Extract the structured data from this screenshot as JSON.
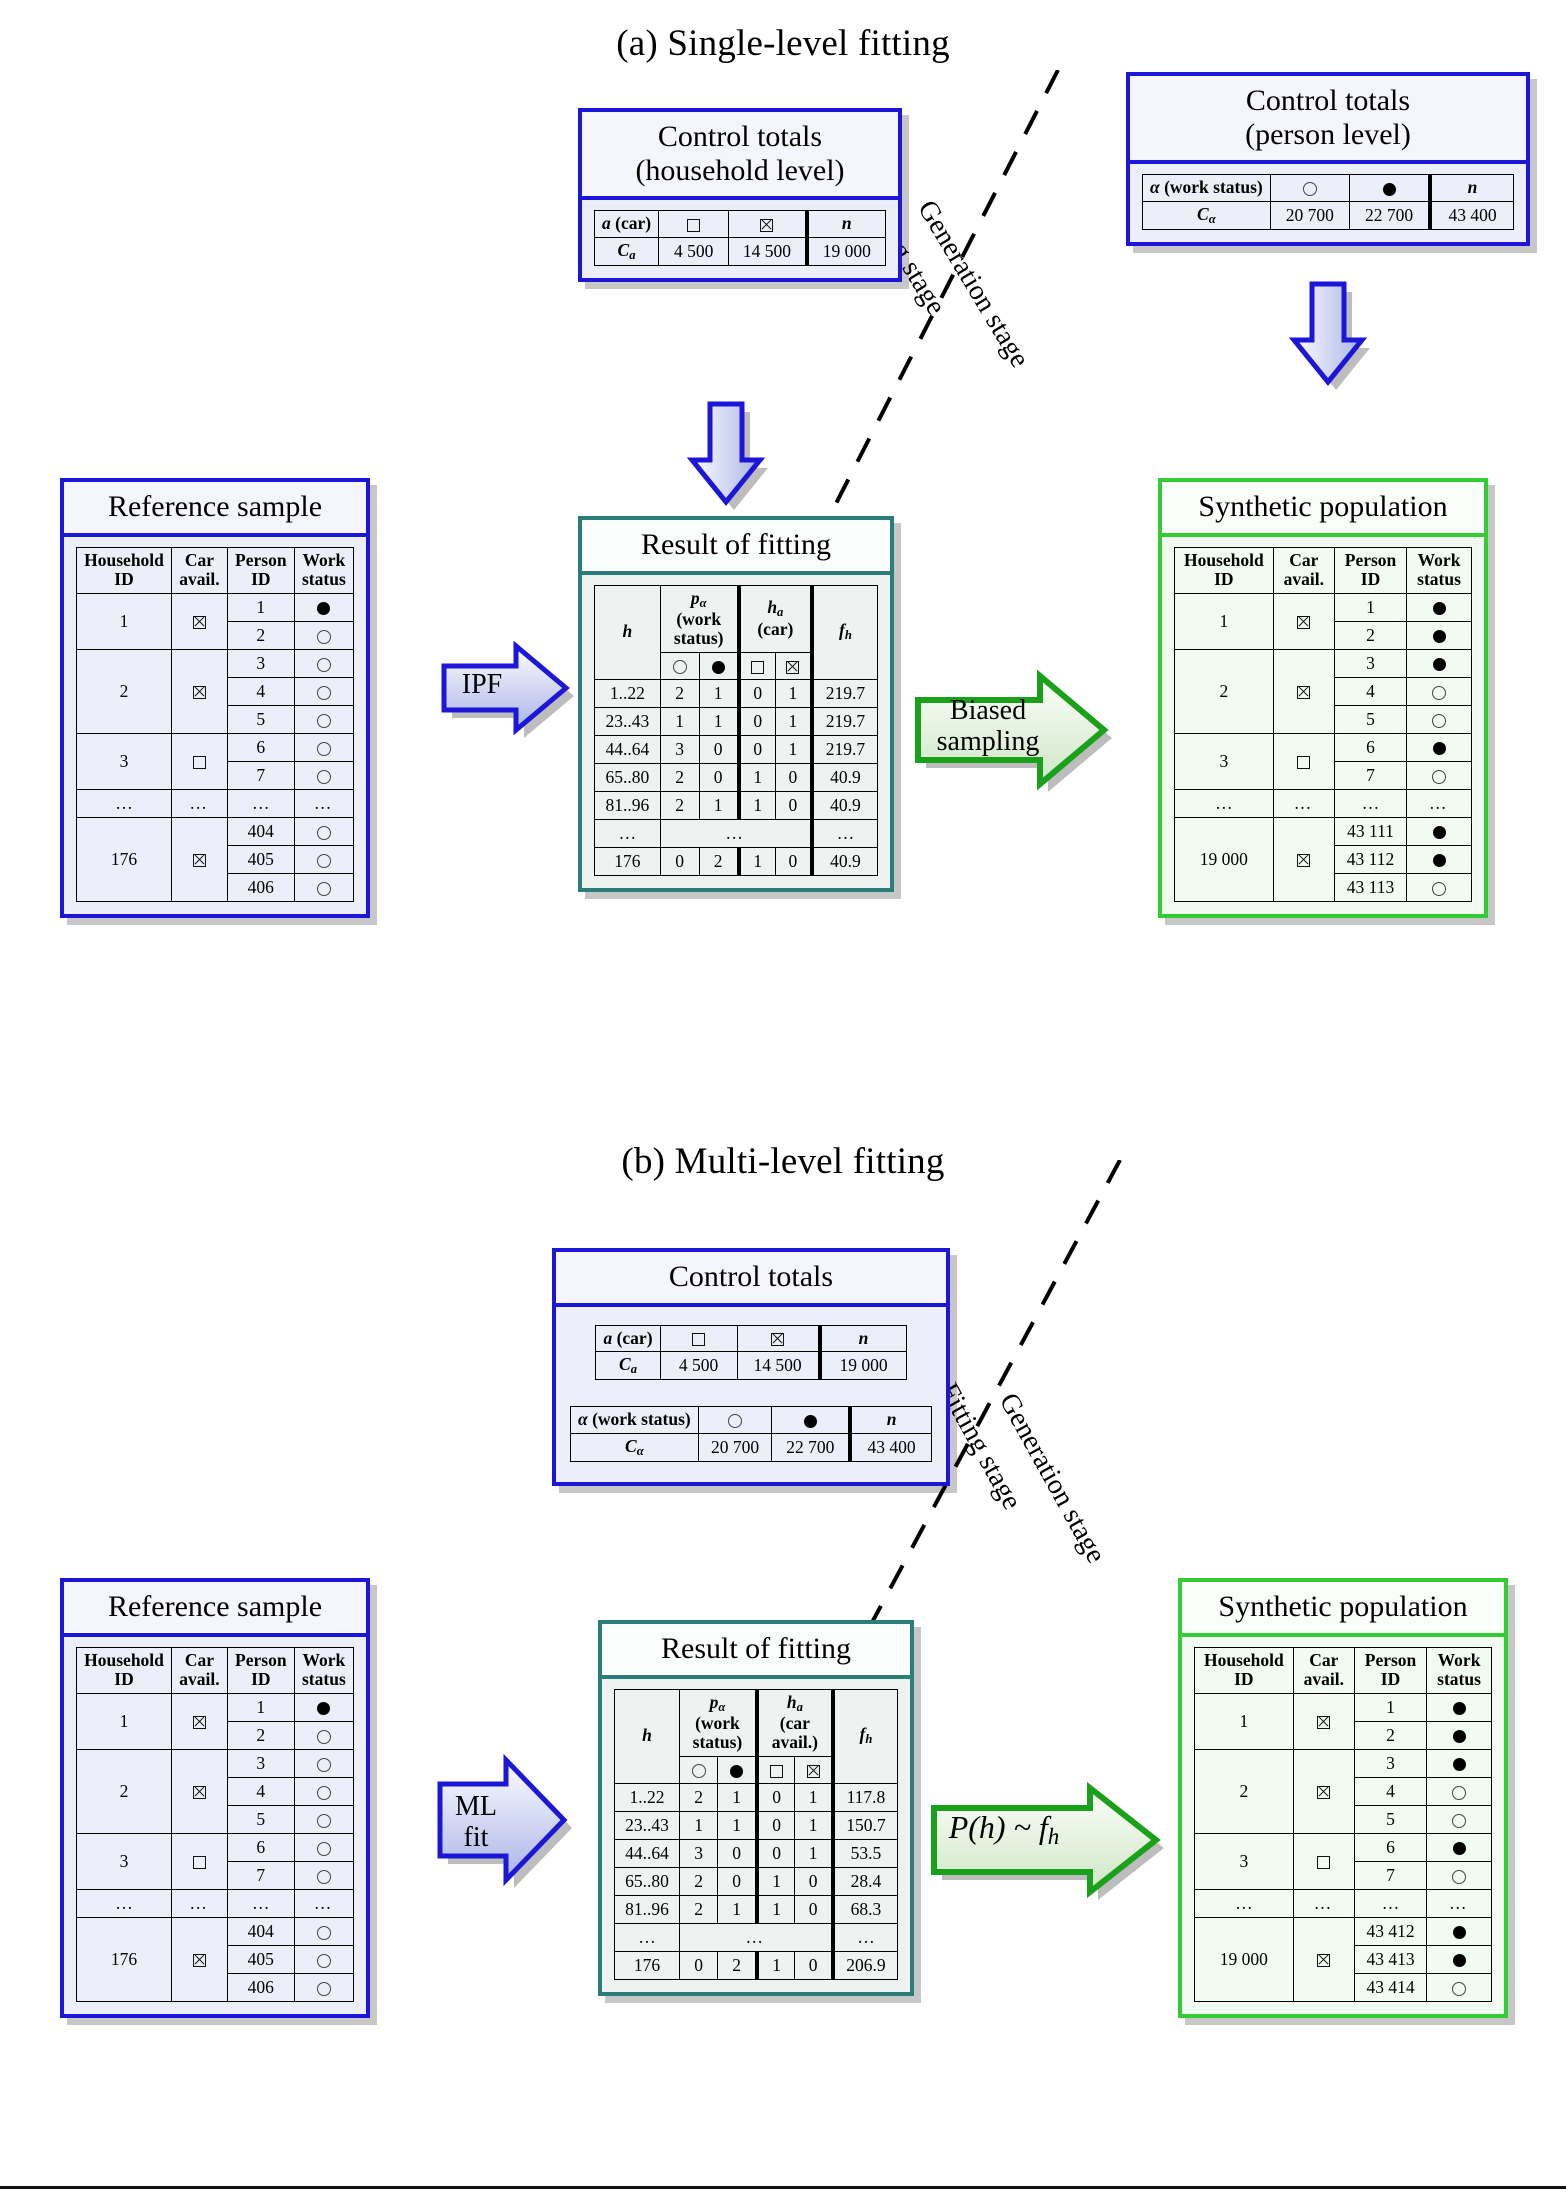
{
  "figure": {
    "glyphs": {
      "circle_open": "work-status-not-working",
      "circle_filled": "work-status-working",
      "square_open": "car-not-available",
      "square_crossed": "car-available"
    },
    "colors": {
      "blue": "#1c16d8",
      "teal": "#2a7d79",
      "green": "#33cc33",
      "arrow_blue_fill": "#ccd2f0",
      "arrow_green_fill": "#ddf0d8"
    }
  },
  "panel_a": {
    "title": "(a) Single-level fitting",
    "stage_labels": {
      "left": "Fitting stage",
      "right": "Generation stage"
    },
    "control_totals_household": {
      "title_line1": "Control totals",
      "title_line2": "(household level)",
      "header": [
        "a (car)",
        "□",
        "⊠",
        "n"
      ],
      "header_symbols": [
        "a (car)",
        "square_open",
        "square_crossed",
        "n"
      ],
      "row_label": "Ca",
      "values": [
        "4 500",
        "14 500",
        "19 000"
      ]
    },
    "control_totals_person": {
      "title_line1": "Control totals",
      "title_line2": "(person level)",
      "header": [
        "α (work status)",
        "○",
        "●",
        "n"
      ],
      "header_symbols": [
        "alpha (work status)",
        "circle_open",
        "circle_filled",
        "n"
      ],
      "row_label": "Cα",
      "values": [
        "20 700",
        "22 700",
        "43 400"
      ]
    },
    "reference_sample": {
      "title": "Reference sample",
      "headers": [
        "Household ID",
        "Car avail.",
        "Person ID",
        "Work status"
      ],
      "groups": [
        {
          "hh": "1",
          "car": "square_crossed",
          "persons": [
            [
              "1",
              "circle_filled"
            ],
            [
              "2",
              "circle_open"
            ]
          ]
        },
        {
          "hh": "2",
          "car": "square_crossed",
          "persons": [
            [
              "3",
              "circle_open"
            ],
            [
              "4",
              "circle_open"
            ],
            [
              "5",
              "circle_open"
            ]
          ]
        },
        {
          "hh": "3",
          "car": "square_open",
          "persons": [
            [
              "6",
              "circle_open"
            ],
            [
              "7",
              "circle_open"
            ]
          ]
        },
        {
          "hh": "…",
          "car": "…",
          "persons": [
            [
              "…",
              "…"
            ]
          ]
        },
        {
          "hh": "176",
          "car": "square_crossed",
          "persons": [
            [
              "404",
              "circle_open"
            ],
            [
              "405",
              "circle_open"
            ],
            [
              "406",
              "circle_open"
            ]
          ]
        }
      ]
    },
    "fit_arrow": {
      "label": "IPF"
    },
    "result_of_fitting": {
      "title": "Result of fitting",
      "col_h": "h",
      "col_p": "pα (work status)",
      "col_ha": "ha (car)",
      "col_f": "fh",
      "sub_headers": [
        "circle_open",
        "circle_filled",
        "square_open",
        "square_crossed"
      ],
      "rows": [
        {
          "h": "1..22",
          "p": [
            "2",
            "1"
          ],
          "ha": [
            "0",
            "1"
          ],
          "f": "219.7"
        },
        {
          "h": "23..43",
          "p": [
            "1",
            "1"
          ],
          "ha": [
            "0",
            "1"
          ],
          "f": "219.7"
        },
        {
          "h": "44..64",
          "p": [
            "3",
            "0"
          ],
          "ha": [
            "0",
            "1"
          ],
          "f": "219.7"
        },
        {
          "h": "65..80",
          "p": [
            "2",
            "0"
          ],
          "ha": [
            "1",
            "0"
          ],
          "f": "40.9"
        },
        {
          "h": "81..96",
          "p": [
            "2",
            "1"
          ],
          "ha": [
            "1",
            "0"
          ],
          "f": "40.9"
        },
        {
          "h": "…",
          "p": [
            "…",
            ""
          ],
          "ha": [
            "",
            ""
          ],
          "f": "…",
          "ellipsis": true
        },
        {
          "h": "176",
          "p": [
            "0",
            "2"
          ],
          "ha": [
            "1",
            "0"
          ],
          "f": "40.9"
        }
      ]
    },
    "gen_arrow": {
      "label_line1": "Biased",
      "label_line2": "sampling"
    },
    "synthetic_population": {
      "title": "Synthetic population",
      "headers": [
        "Household ID",
        "Car avail.",
        "Person ID",
        "Work status"
      ],
      "groups": [
        {
          "hh": "1",
          "car": "square_crossed",
          "persons": [
            [
              "1",
              "circle_filled"
            ],
            [
              "2",
              "circle_filled"
            ]
          ]
        },
        {
          "hh": "2",
          "car": "square_crossed",
          "persons": [
            [
              "3",
              "circle_filled"
            ],
            [
              "4",
              "circle_open"
            ],
            [
              "5",
              "circle_open"
            ]
          ]
        },
        {
          "hh": "3",
          "car": "square_open",
          "persons": [
            [
              "6",
              "circle_filled"
            ],
            [
              "7",
              "circle_open"
            ]
          ]
        },
        {
          "hh": "…",
          "car": "…",
          "persons": [
            [
              "…",
              "…"
            ]
          ]
        },
        {
          "hh": "19 000",
          "car": "square_crossed",
          "persons": [
            [
              "43 111",
              "circle_filled"
            ],
            [
              "43 112",
              "circle_filled"
            ],
            [
              "43 113",
              "circle_open"
            ]
          ]
        }
      ]
    }
  },
  "panel_b": {
    "title": "(b) Multi-level fitting",
    "stage_labels": {
      "left": "Fitting stage",
      "right": "Generation stage"
    },
    "control_totals": {
      "title": "Control totals",
      "household": {
        "header": [
          "a (car)",
          "□",
          "⊠",
          "n"
        ],
        "header_symbols": [
          "a (car)",
          "square_open",
          "square_crossed",
          "n"
        ],
        "row_label": "Ca",
        "values": [
          "4 500",
          "14 500",
          "19 000"
        ]
      },
      "person": {
        "header": [
          "α (work status)",
          "○",
          "●",
          "n"
        ],
        "header_symbols": [
          "alpha (work status)",
          "circle_open",
          "circle_filled",
          "n"
        ],
        "row_label": "Cα",
        "values": [
          "20 700",
          "22 700",
          "43 400"
        ]
      }
    },
    "reference_sample": {
      "title": "Reference sample",
      "headers": [
        "Household ID",
        "Car avail.",
        "Person ID",
        "Work status"
      ],
      "groups": [
        {
          "hh": "1",
          "car": "square_crossed",
          "persons": [
            [
              "1",
              "circle_filled"
            ],
            [
              "2",
              "circle_open"
            ]
          ]
        },
        {
          "hh": "2",
          "car": "square_crossed",
          "persons": [
            [
              "3",
              "circle_open"
            ],
            [
              "4",
              "circle_open"
            ],
            [
              "5",
              "circle_open"
            ]
          ]
        },
        {
          "hh": "3",
          "car": "square_open",
          "persons": [
            [
              "6",
              "circle_open"
            ],
            [
              "7",
              "circle_open"
            ]
          ]
        },
        {
          "hh": "…",
          "car": "…",
          "persons": [
            [
              "…",
              "…"
            ]
          ]
        },
        {
          "hh": "176",
          "car": "square_crossed",
          "persons": [
            [
              "404",
              "circle_open"
            ],
            [
              "405",
              "circle_open"
            ],
            [
              "406",
              "circle_open"
            ]
          ]
        }
      ]
    },
    "fit_arrow": {
      "label_line1": "ML",
      "label_line2": "fit"
    },
    "result_of_fitting": {
      "title": "Result of fitting",
      "col_h": "h",
      "col_p": "pα (work status)",
      "col_ha": "ha (car avail.)",
      "col_f": "fh",
      "sub_headers": [
        "circle_open",
        "circle_filled",
        "square_open",
        "square_crossed"
      ],
      "rows": [
        {
          "h": "1..22",
          "p": [
            "2",
            "1"
          ],
          "ha": [
            "0",
            "1"
          ],
          "f": "117.8"
        },
        {
          "h": "23..43",
          "p": [
            "1",
            "1"
          ],
          "ha": [
            "0",
            "1"
          ],
          "f": "150.7"
        },
        {
          "h": "44..64",
          "p": [
            "3",
            "0"
          ],
          "ha": [
            "0",
            "1"
          ],
          "f": "53.5"
        },
        {
          "h": "65..80",
          "p": [
            "2",
            "0"
          ],
          "ha": [
            "1",
            "0"
          ],
          "f": "28.4"
        },
        {
          "h": "81..96",
          "p": [
            "2",
            "1"
          ],
          "ha": [
            "1",
            "0"
          ],
          "f": "68.3"
        },
        {
          "h": "…",
          "p": [
            "…",
            ""
          ],
          "ha": [
            "",
            ""
          ],
          "f": "…",
          "ellipsis": true
        },
        {
          "h": "176",
          "p": [
            "0",
            "2"
          ],
          "ha": [
            "1",
            "0"
          ],
          "f": "206.9"
        }
      ]
    },
    "gen_arrow": {
      "label": "P(h) ~ fh"
    },
    "synthetic_population": {
      "title": "Synthetic population",
      "headers": [
        "Household ID",
        "Car avail.",
        "Person ID",
        "Work status"
      ],
      "groups": [
        {
          "hh": "1",
          "car": "square_crossed",
          "persons": [
            [
              "1",
              "circle_filled"
            ],
            [
              "2",
              "circle_filled"
            ]
          ]
        },
        {
          "hh": "2",
          "car": "square_crossed",
          "persons": [
            [
              "3",
              "circle_filled"
            ],
            [
              "4",
              "circle_open"
            ],
            [
              "5",
              "circle_open"
            ]
          ]
        },
        {
          "hh": "3",
          "car": "square_open",
          "persons": [
            [
              "6",
              "circle_filled"
            ],
            [
              "7",
              "circle_open"
            ]
          ]
        },
        {
          "hh": "…",
          "car": "…",
          "persons": [
            [
              "…",
              "…"
            ]
          ]
        },
        {
          "hh": "19 000",
          "car": "square_crossed",
          "persons": [
            [
              "43 412",
              "circle_filled"
            ],
            [
              "43 413",
              "circle_filled"
            ],
            [
              "43 414",
              "circle_open"
            ]
          ]
        }
      ]
    }
  }
}
